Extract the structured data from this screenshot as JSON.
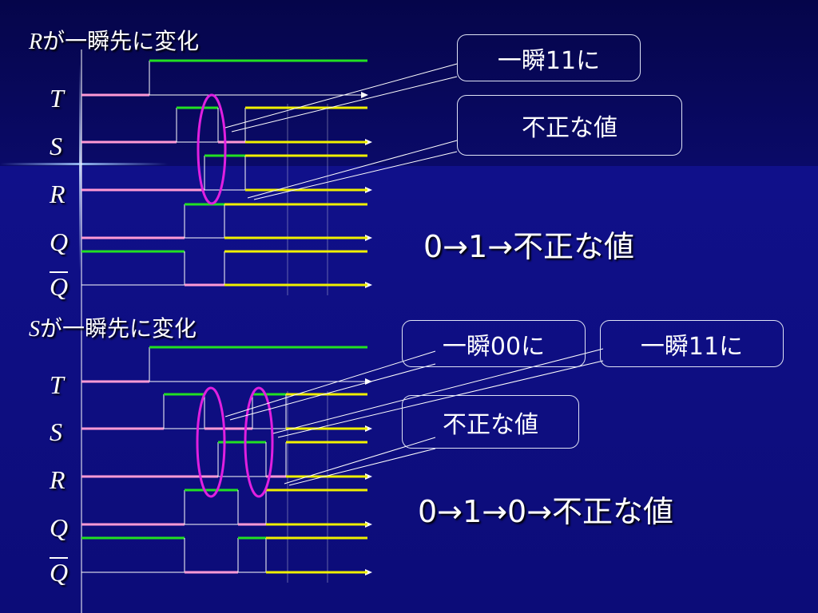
{
  "section1": {
    "title_var": "R",
    "title_text": "が一瞬先に変化",
    "labels": {
      "T": "T",
      "S": "S",
      "R": "R",
      "Q": "Q",
      "Qbar": "Q"
    },
    "callouts": {
      "momentary": "一瞬11に",
      "invalid": "不正な値"
    },
    "sequence": "0→1→不正な値"
  },
  "section2": {
    "title_var": "S",
    "title_text": "が一瞬先に変化",
    "labels": {
      "T": "T",
      "S": "S",
      "R": "R",
      "Q": "Q",
      "Qbar": "Q"
    },
    "callouts": {
      "momentary00": "一瞬00に",
      "momentary11": "一瞬11に",
      "invalid": "不正な値"
    },
    "sequence": "0→1→0→不正な値"
  },
  "colors": {
    "low": "#ff9ad5",
    "high": "#22e022",
    "invalid": "#f0f000",
    "edge": "#ffffff",
    "ellipse": "#e020e0",
    "background": "#0a0a6e"
  }
}
